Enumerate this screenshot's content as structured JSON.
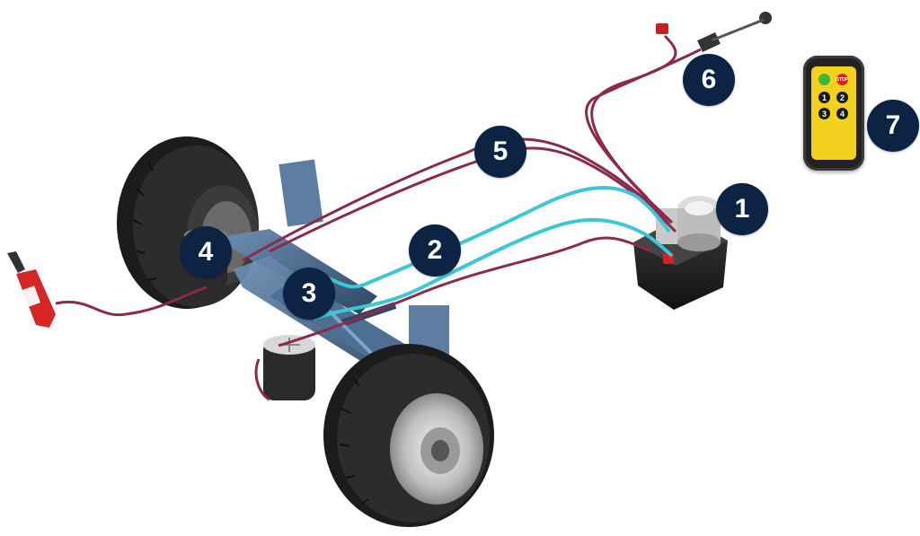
{
  "callouts": [
    {
      "id": "1",
      "label": "1"
    },
    {
      "id": "2",
      "label": "2"
    },
    {
      "id": "3",
      "label": "3"
    },
    {
      "id": "4",
      "label": "4"
    },
    {
      "id": "5",
      "label": "5"
    },
    {
      "id": "6",
      "label": "6"
    },
    {
      "id": "7",
      "label": "7"
    }
  ],
  "remote": {
    "stop_label": "STOP",
    "keys": [
      "1",
      "2",
      "3",
      "4"
    ]
  },
  "colors": {
    "callout_bg": "#0c2344",
    "hydraulic_line": "#3cc7d4",
    "electric_cable": "#8c2a4e",
    "chassis": "#3e5f80",
    "tire": "#1f1f1f",
    "remote_face": "#f2d21e"
  }
}
